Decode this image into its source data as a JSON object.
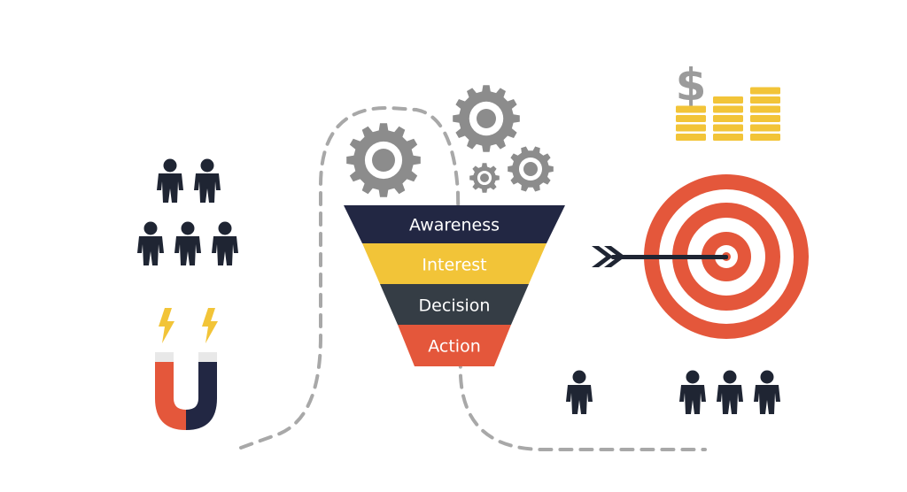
{
  "funnel": {
    "stages": [
      {
        "label": "Awareness",
        "color": "#222743"
      },
      {
        "label": "Interest",
        "color": "#f2c438"
      },
      {
        "label": "Decision",
        "color": "#353d45"
      },
      {
        "label": "Action",
        "color": "#e4573b"
      }
    ]
  },
  "money": {
    "symbol": "$"
  },
  "colors": {
    "person": "#1f2533",
    "gear": "#8c8c8c",
    "coin": "#f2c438",
    "target_red": "#e4573b",
    "magnet_red": "#e4573b",
    "magnet_navy": "#222743",
    "bolt": "#f2c438",
    "dashes": "#a8a8a8"
  },
  "groups": {
    "leads": {
      "count": 5
    },
    "converted_single": {
      "count": 1
    },
    "converted_group": {
      "count": 3
    }
  },
  "icons": [
    "person-icon",
    "gear-icon",
    "coin-stack-icon",
    "dollar-icon",
    "target-icon",
    "arrow-icon",
    "magnet-icon",
    "lightning-icon"
  ]
}
